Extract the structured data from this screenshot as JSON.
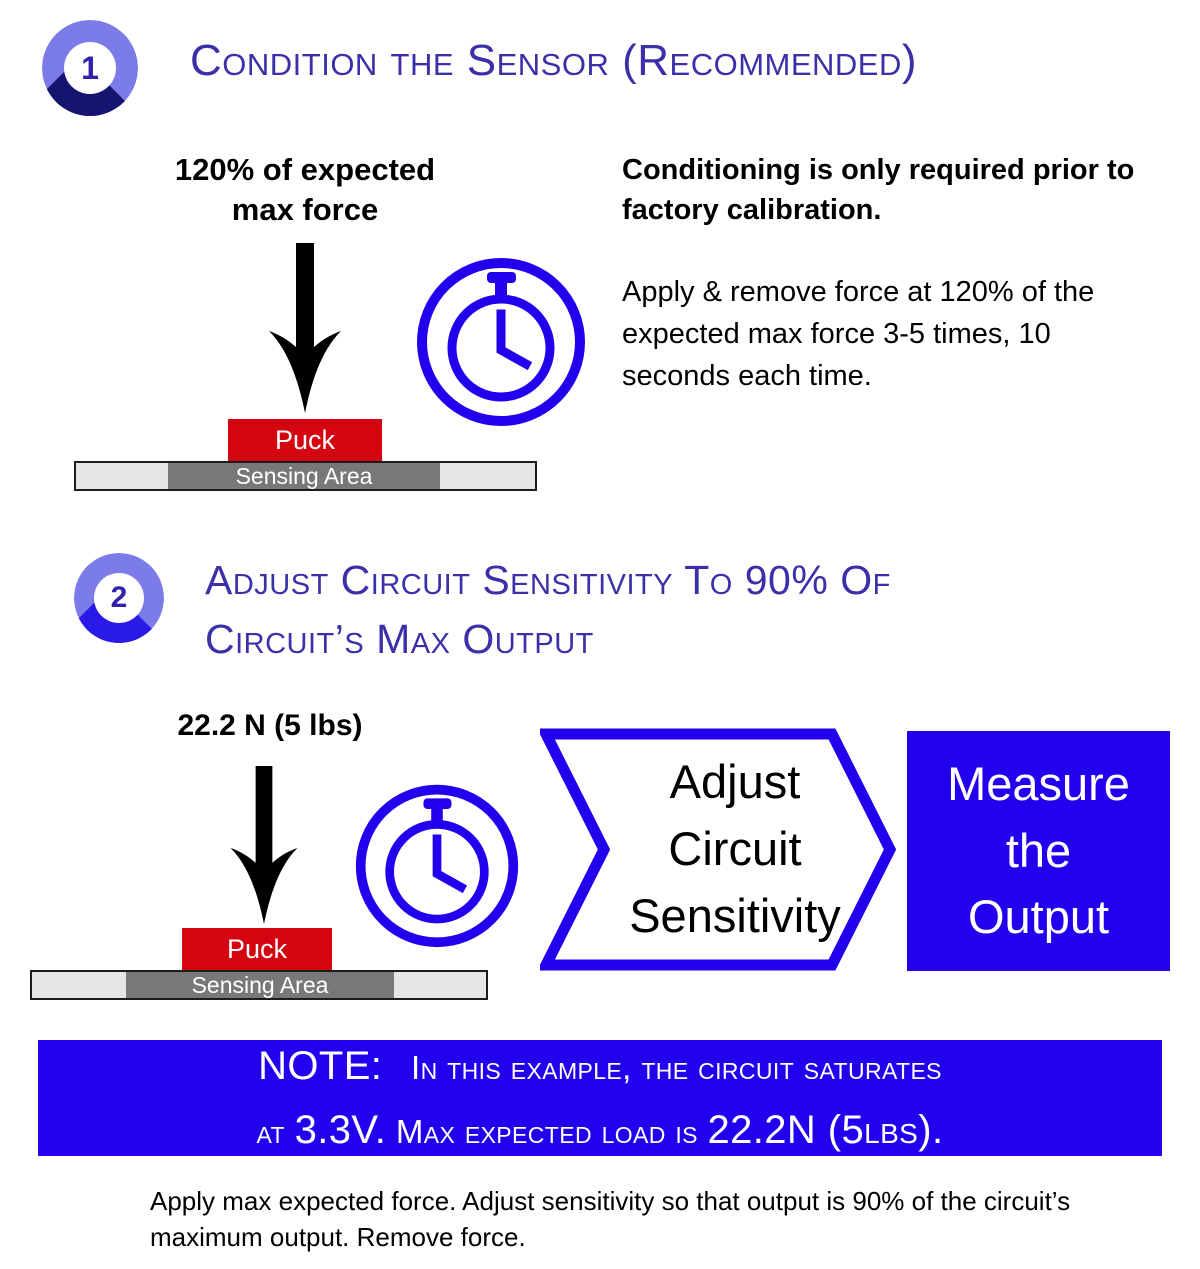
{
  "steps": [
    {
      "number": "1",
      "title": "Condition the Sensor (Recommended)",
      "force_label_line1": "120% of expected",
      "force_label_line2": "max force",
      "puck_label": "Puck",
      "sensing_label": "Sensing Area",
      "icon": "stopwatch-icon",
      "body_bold": "Conditioning is only required prior to factory calibration.",
      "body_regular": "Apply & remove force at 120% of the expected max force 3-5 times, 10 seconds each time."
    },
    {
      "number": "2",
      "title_line1": "Adjust Circuit Sensitivity To 90% Of",
      "title_line2": "Circuit’s Max Output",
      "force_label": "22.2 N (5 lbs)",
      "puck_label": "Puck",
      "sensing_label": "Sensing Area",
      "icon": "stopwatch-icon",
      "chevron": {
        "line1": "Adjust",
        "line2": "Circuit",
        "line3": "Sensitivity"
      },
      "measure": {
        "line1": "Measure",
        "line2": "the",
        "line3": "Output"
      }
    }
  ],
  "note": {
    "line1_prefix": "NOTE:",
    "line1_rest": "In this example, the circuit saturates",
    "line2_part1": "at",
    "line2_value1": "3.3V.",
    "line2_part2": "Max expected load is",
    "line2_value2": "22.2N (5lbs)."
  },
  "caption": "Apply max expected force. Adjust sensitivity so that output is 90% of the circuit’s maximum output. Remove force.",
  "colors": {
    "heading": "#3b30a8",
    "badge_ring": "#7b7ce8",
    "badge_shadow_1": "#151570",
    "badge_shadow_2": "#2a1ae8",
    "blue": "#2200ee",
    "puck_red": "#d40511",
    "sensing_gray": "#787878",
    "bar_gray": "#e6e6e6"
  }
}
